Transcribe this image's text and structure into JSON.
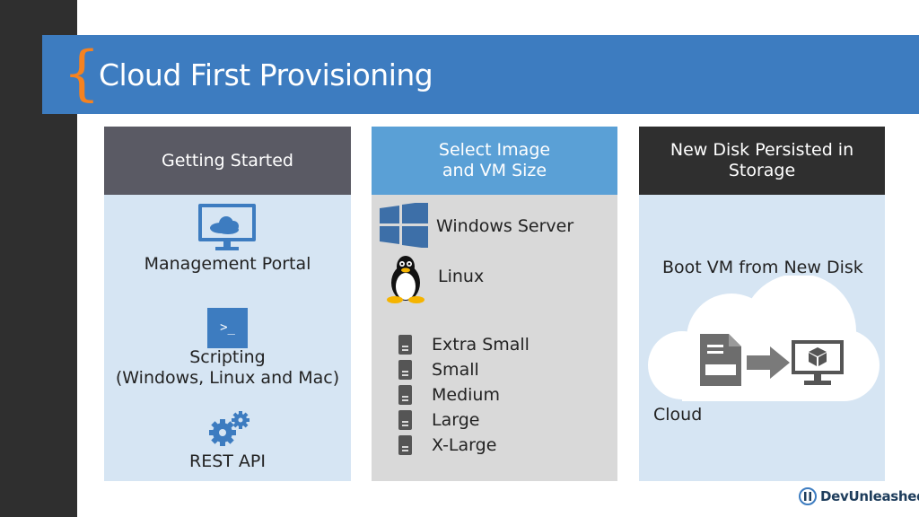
{
  "slide": {
    "title": "Cloud First Provisioning",
    "brace": "{"
  },
  "panels": [
    {
      "header": [
        "Getting Started"
      ],
      "items": [
        {
          "icon": "monitor-cloud-icon",
          "label": [
            "Management Portal"
          ]
        },
        {
          "icon": "terminal-icon",
          "icon_text": ">_",
          "label": [
            "Scripting",
            "(Windows, Linux and Mac)"
          ]
        },
        {
          "icon": "gears-icon",
          "label": [
            "REST API"
          ]
        }
      ]
    },
    {
      "header": [
        "Select Image",
        "and VM Size"
      ],
      "images": [
        {
          "icon": "windows-logo-icon",
          "label": "Windows Server"
        },
        {
          "icon": "linux-penguin-icon",
          "label": "Linux"
        }
      ],
      "sizes": [
        "Extra Small",
        "Small",
        "Medium",
        "Large",
        "X-Large"
      ]
    },
    {
      "header": [
        "New Disk Persisted in",
        "Storage"
      ],
      "caption": "Boot VM from New Disk",
      "cloud_label": "Cloud"
    }
  ],
  "footer": {
    "logo_text": "DevUnleashed"
  },
  "colors": {
    "banner": "#3d7cc0",
    "brace": "#f58220",
    "accent_icon": "#3d7cc0"
  }
}
